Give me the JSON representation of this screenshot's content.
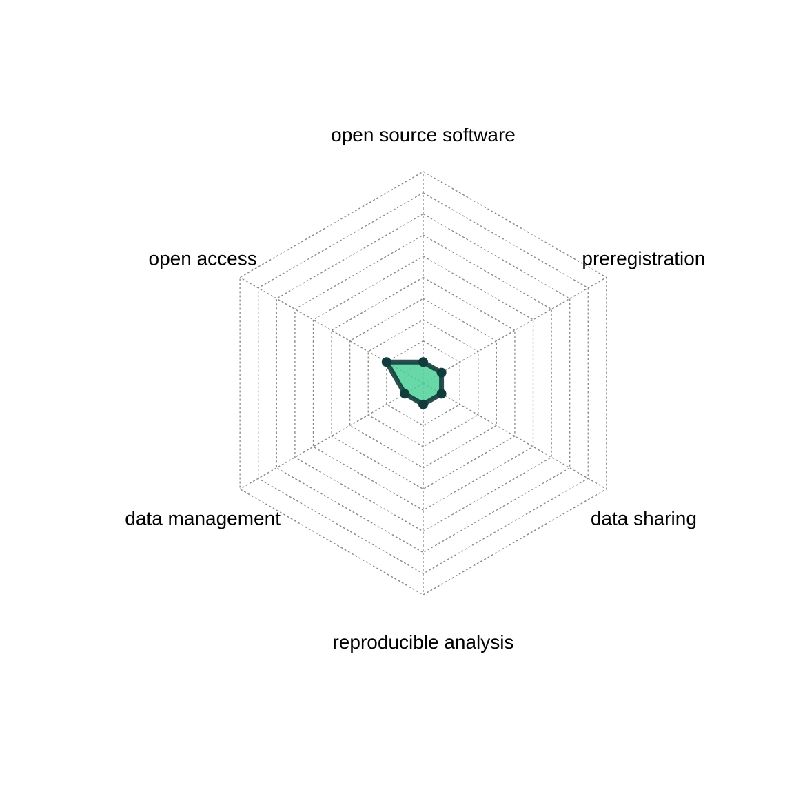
{
  "chart_data": {
    "type": "radar",
    "title": "",
    "axes": [
      "open source software",
      "preregistration",
      "data sharing",
      "reproducible analysis",
      "data management",
      "open access"
    ],
    "series": [
      {
        "name": "",
        "values": [
          1,
          1,
          1,
          1,
          1,
          2
        ]
      }
    ],
    "range": [
      0,
      10
    ],
    "grid_rings": 10,
    "grid": true,
    "colors": {
      "fill": "#4fd19a",
      "stroke": "#123c3c",
      "grid": "#888888"
    }
  }
}
